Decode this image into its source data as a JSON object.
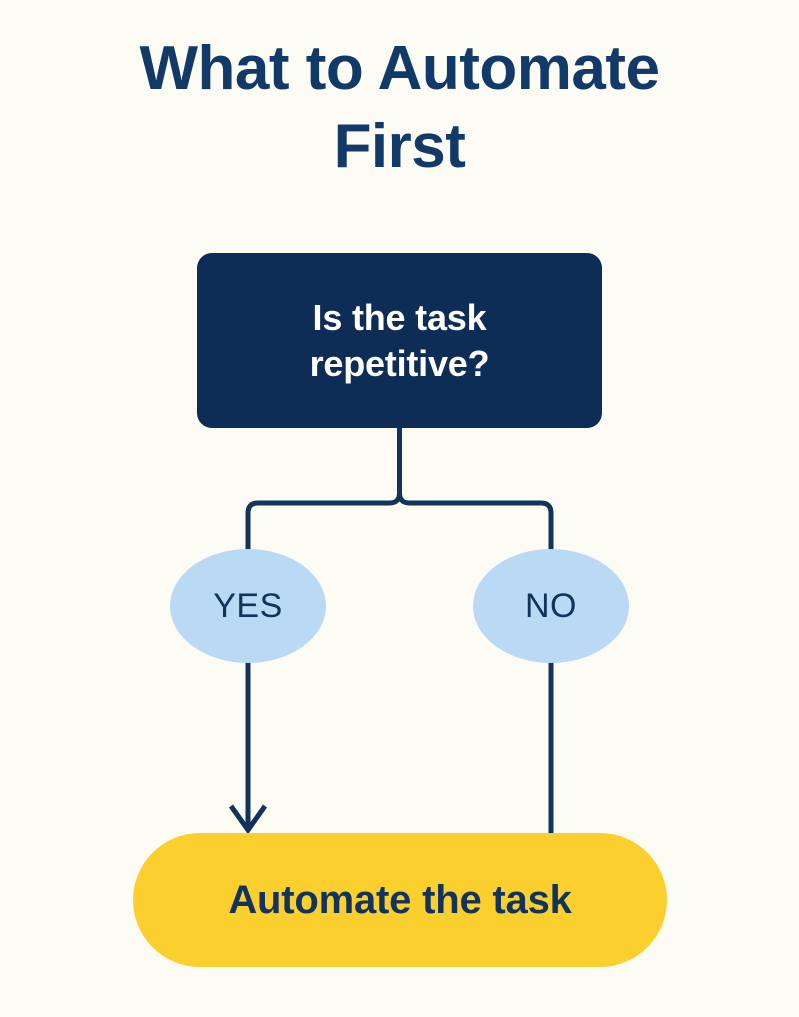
{
  "graphic": {
    "title": "What to Automate\nFirst",
    "background_color": "#fcfbf4",
    "navy": "#0e2d56",
    "title_color": "#123a68",
    "light_blue": "#b9d9f4",
    "yellow": "#fbd02e",
    "connector_color": "#11335c"
  },
  "flowchart": {
    "type": "decision-flowchart",
    "decision": {
      "label": "Is the task\nrepetitive?",
      "shape": "rounded-rectangle",
      "fill": "#0e2d56",
      "text_color": "#ffffff"
    },
    "branches": [
      {
        "label": "YES",
        "shape": "ellipse",
        "fill": "#b9d9f4",
        "text_color": "#11335c",
        "connector_end": "arrowhead",
        "target": "Automate the task"
      },
      {
        "label": "NO",
        "shape": "ellipse",
        "fill": "#b9d9f4",
        "text_color": "#11335c",
        "connector_end": "plain-line",
        "target": "Automate the task"
      }
    ],
    "outcome": {
      "label": "Automate the task",
      "shape": "pill",
      "fill": "#fbd02e",
      "text_color": "#11335c"
    }
  }
}
